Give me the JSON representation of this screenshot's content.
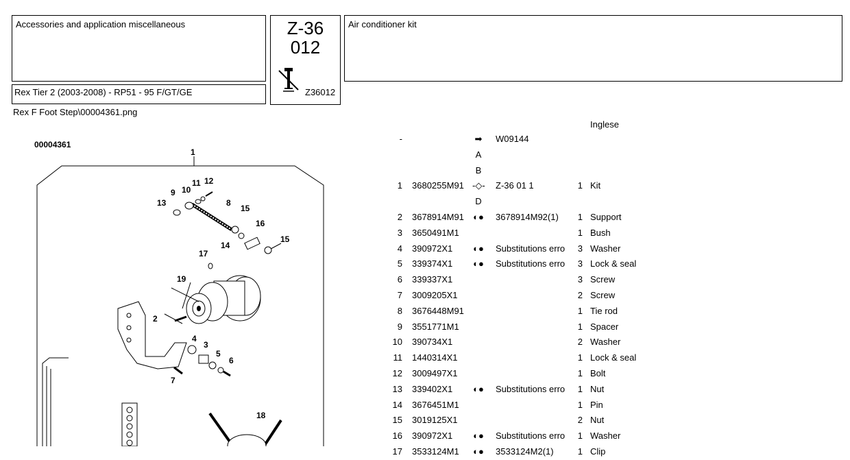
{
  "header": {
    "group_title": "Accessories and application miscellaneous",
    "model": "Rex Tier 2 (2003-2008) - RP51 -  95 F/GT/GE",
    "code_main_line1": "Z-36",
    "code_main_line2": "012",
    "code_small": "Z36012",
    "section_title": "Air conditioner kit"
  },
  "image_path": "Rex F Foot Step\\00004361.png",
  "language": "Inglese",
  "drawing": {
    "id": "00004361",
    "callouts": [
      "1",
      "2",
      "3",
      "4",
      "5",
      "6",
      "7",
      "8",
      "9",
      "10",
      "11",
      "12",
      "13",
      "14",
      "15",
      "15",
      "16",
      "17",
      "18",
      "19"
    ]
  },
  "parts": [
    {
      "pos": "-",
      "part": "",
      "icon": "➡",
      "ref": "W09144",
      "qty": "",
      "desc": ""
    },
    {
      "pos": "",
      "part": "",
      "icon": "A",
      "ref": "",
      "qty": "",
      "desc": ""
    },
    {
      "pos": "",
      "part": "",
      "icon": "B",
      "ref": "",
      "qty": "",
      "desc": ""
    },
    {
      "pos": "1",
      "part": "3680255M91",
      "icon": "-◇-",
      "ref": "Z-36 01 1",
      "qty": "1",
      "desc": "Kit"
    },
    {
      "pos": "",
      "part": "",
      "icon": "D",
      "ref": "",
      "qty": "",
      "desc": ""
    },
    {
      "pos": "2",
      "part": "3678914M91",
      "icon": "◐●",
      "ref": "3678914M92(1)",
      "qty": "1",
      "desc": "Support"
    },
    {
      "pos": "3",
      "part": "3650491M1",
      "icon": "",
      "ref": "",
      "qty": "1",
      "desc": "Bush"
    },
    {
      "pos": "4",
      "part": "390972X1",
      "icon": "◐●",
      "ref": "Substitutions error",
      "qty": "3",
      "desc": "Washer"
    },
    {
      "pos": "5",
      "part": "339374X1",
      "icon": "◐●",
      "ref": "Substitutions error",
      "qty": "3",
      "desc": "Lock & seal"
    },
    {
      "pos": "6",
      "part": "339337X1",
      "icon": "",
      "ref": "",
      "qty": "3",
      "desc": "Screw"
    },
    {
      "pos": "7",
      "part": "3009205X1",
      "icon": "",
      "ref": "",
      "qty": "2",
      "desc": "Screw"
    },
    {
      "pos": "8",
      "part": "3676448M91",
      "icon": "",
      "ref": "",
      "qty": "1",
      "desc": "Tie rod"
    },
    {
      "pos": "9",
      "part": "3551771M1",
      "icon": "",
      "ref": "",
      "qty": "1",
      "desc": "Spacer"
    },
    {
      "pos": "10",
      "part": "390734X1",
      "icon": "",
      "ref": "",
      "qty": "2",
      "desc": "Washer"
    },
    {
      "pos": "11",
      "part": "1440314X1",
      "icon": "",
      "ref": "",
      "qty": "1",
      "desc": "Lock & seal"
    },
    {
      "pos": "12",
      "part": "3009497X1",
      "icon": "",
      "ref": "",
      "qty": "1",
      "desc": "Bolt"
    },
    {
      "pos": "13",
      "part": "339402X1",
      "icon": "◐●",
      "ref": "Substitutions error",
      "qty": "1",
      "desc": "Nut"
    },
    {
      "pos": "14",
      "part": "3676451M1",
      "icon": "",
      "ref": "",
      "qty": "1",
      "desc": "Pin"
    },
    {
      "pos": "15",
      "part": "3019125X1",
      "icon": "",
      "ref": "",
      "qty": "2",
      "desc": "Nut"
    },
    {
      "pos": "16",
      "part": "390972X1",
      "icon": "◐●",
      "ref": "Substitutions error",
      "qty": "1",
      "desc": "Washer"
    },
    {
      "pos": "17",
      "part": "3533124M1",
      "icon": "◐●",
      "ref": "3533124M2(1)",
      "qty": "1",
      "desc": "Clip"
    }
  ]
}
